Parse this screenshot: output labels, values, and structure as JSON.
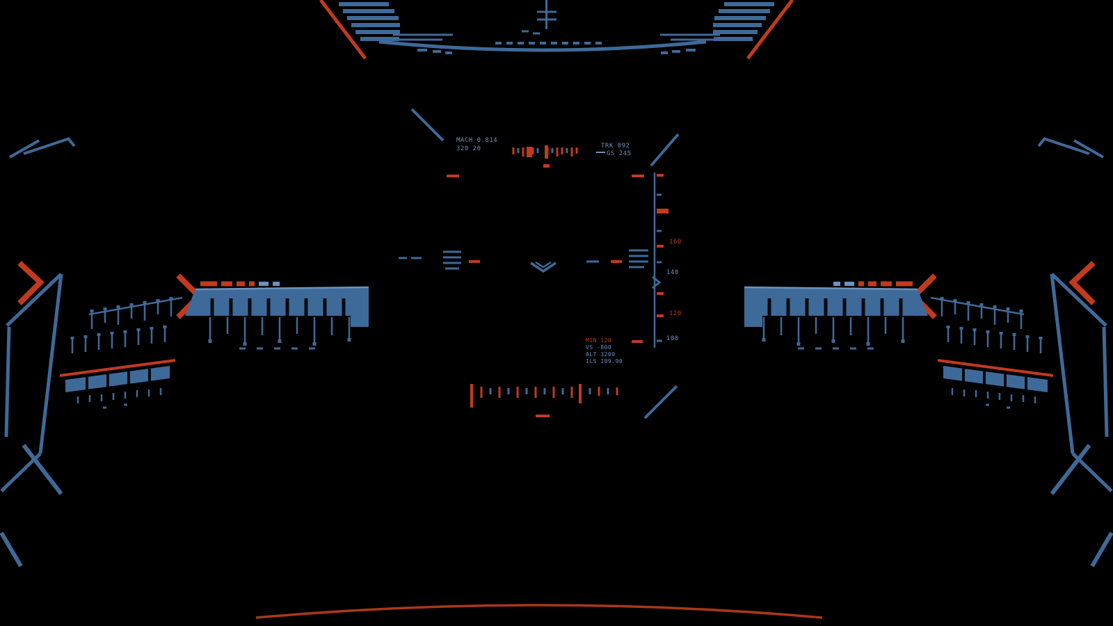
{
  "colors": {
    "background": "#000000",
    "hud_blue": "#3e6a99",
    "hud_blue_soft": "#6b93bd",
    "hud_red": "#c23a1e",
    "hud_red_deep": "#a93818"
  },
  "hud": {
    "heading": {
      "left_line1": "MACH 0.814",
      "left_line2": "320 20",
      "right_line1": "TRK 092",
      "right_line2": "GS 245"
    },
    "altitude_tape": {
      "labels": [
        "160",
        "140",
        "120",
        "100"
      ]
    },
    "readout": {
      "line1": "MIN 120",
      "line2": "VS -800",
      "line3": "ALT 3200",
      "line4": "ILS 109.90"
    }
  }
}
